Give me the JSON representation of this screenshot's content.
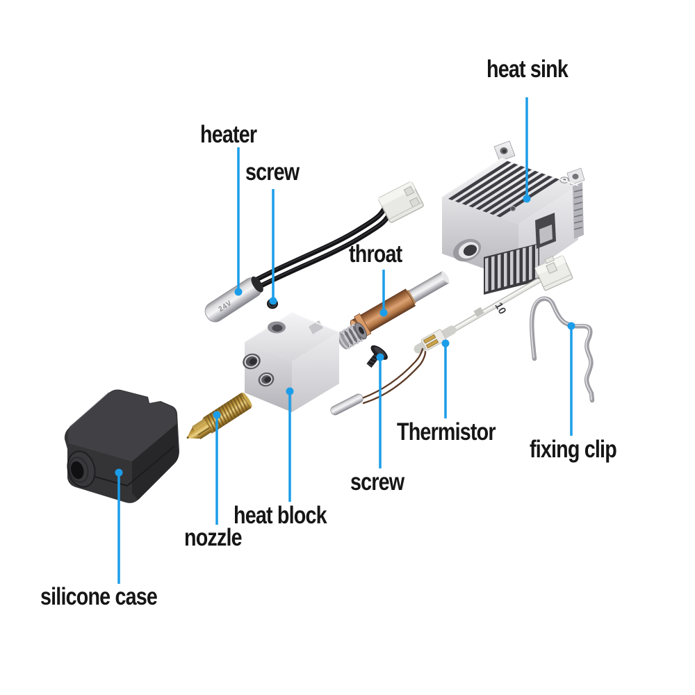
{
  "labels": {
    "heat_sink": "heat sink",
    "heater": "heater",
    "screw_top": "screw",
    "throat": "throat",
    "thermistor": "Thermistor",
    "fixing_clip": "fixing clip",
    "screw_bottom": "screw",
    "heat_block": "heat block",
    "nozzle": "nozzle",
    "silicone_case": "silicone case"
  },
  "markings": {
    "heater_body": "24V",
    "thermistor_cable": "10"
  },
  "colors": {
    "leader_line": "#1b9de9",
    "label_text": "#161616",
    "background": "#ffffff",
    "heatsink_metal": "#d9d9dc",
    "copper_throat": "#c08a5c",
    "brass_nozzle": "#c9a64e",
    "silicone_black": "#2e2e31"
  }
}
